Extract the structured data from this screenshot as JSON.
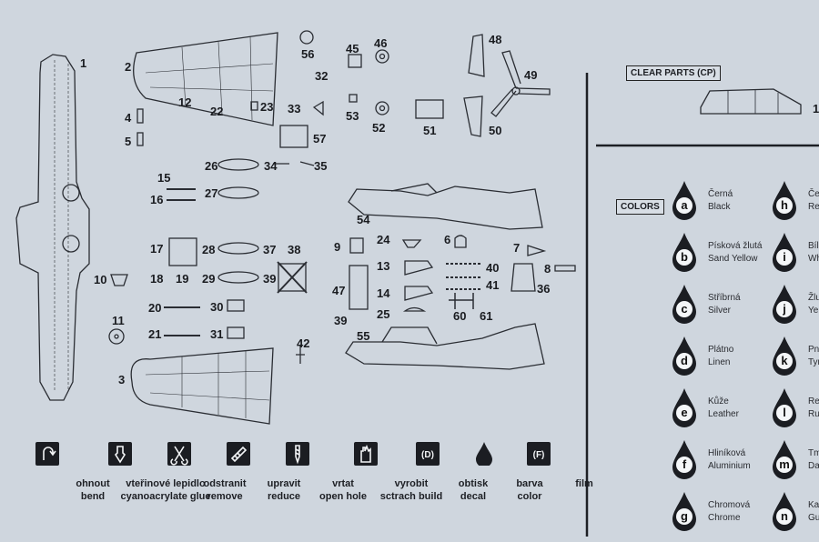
{
  "part_numbers": [
    "1",
    "2",
    "3",
    "4",
    "5",
    "6",
    "7",
    "8",
    "9",
    "10",
    "11",
    "12",
    "13",
    "14",
    "15",
    "16",
    "17",
    "18",
    "19",
    "20",
    "21",
    "22",
    "23",
    "24",
    "25",
    "26",
    "27",
    "28",
    "29",
    "30",
    "31",
    "32",
    "33",
    "34",
    "35",
    "36",
    "37",
    "38",
    "39",
    "39",
    "40",
    "41",
    "42",
    "45",
    "46",
    "47",
    "48",
    "49",
    "50",
    "51",
    "52",
    "53",
    "54",
    "55",
    "56",
    "57",
    "60",
    "61"
  ],
  "clear_parts": {
    "title": "CLEAR PARTS (CP)",
    "part_number": "1"
  },
  "colors": {
    "title": "COLORS",
    "items": [
      {
        "letter": "a",
        "cz": "Černá",
        "en": "Black"
      },
      {
        "letter": "b",
        "cz": "Písková žlutá",
        "en": "Sand Yellow"
      },
      {
        "letter": "c",
        "cz": "Stříbrná",
        "en": "Silver"
      },
      {
        "letter": "d",
        "cz": "Plátno",
        "en": "Linen"
      },
      {
        "letter": "e",
        "cz": "Kůže",
        "en": "Leather"
      },
      {
        "letter": "f",
        "cz": "Hliníková",
        "en": "Aluminium"
      },
      {
        "letter": "g",
        "cz": "Chromová",
        "en": "Chrome"
      },
      {
        "letter": "h",
        "cz": "Čer",
        "en": "Red"
      },
      {
        "letter": "i",
        "cz": "Bílá",
        "en": "Whi"
      },
      {
        "letter": "j",
        "cz": "Žlu",
        "en": "Yel"
      },
      {
        "letter": "k",
        "cz": "Pne",
        "en": "Tyr"
      },
      {
        "letter": "l",
        "cz": "Rez",
        "en": "Rus"
      },
      {
        "letter": "m",
        "cz": "Tma",
        "en": "Dar"
      },
      {
        "letter": "n",
        "cz": "Kaw",
        "en": "Gun"
      }
    ]
  },
  "legend": [
    {
      "icon": "bend-icon",
      "cz": "ohnout",
      "en": "bend"
    },
    {
      "icon": "glue-icon",
      "cz": "vteřinové lepidlo",
      "en": "cyanoacrylate glue"
    },
    {
      "icon": "remove-icon",
      "cz": "odstranit",
      "en": "remove"
    },
    {
      "icon": "reduce-icon",
      "cz": "upravit",
      "en": "reduce"
    },
    {
      "icon": "drill-icon",
      "cz": "vrtat",
      "en": "open hole"
    },
    {
      "icon": "build-icon",
      "cz": "vyrobit",
      "en": "sctrach build"
    },
    {
      "icon": "decal-icon",
      "symbol": "(D)",
      "cz": "obtisk",
      "en": "decal"
    },
    {
      "icon": "paint-drop-icon",
      "cz": "barva",
      "en": "color"
    },
    {
      "icon": "film-icon",
      "symbol": "(F)",
      "cz": "film",
      "en": ""
    }
  ]
}
